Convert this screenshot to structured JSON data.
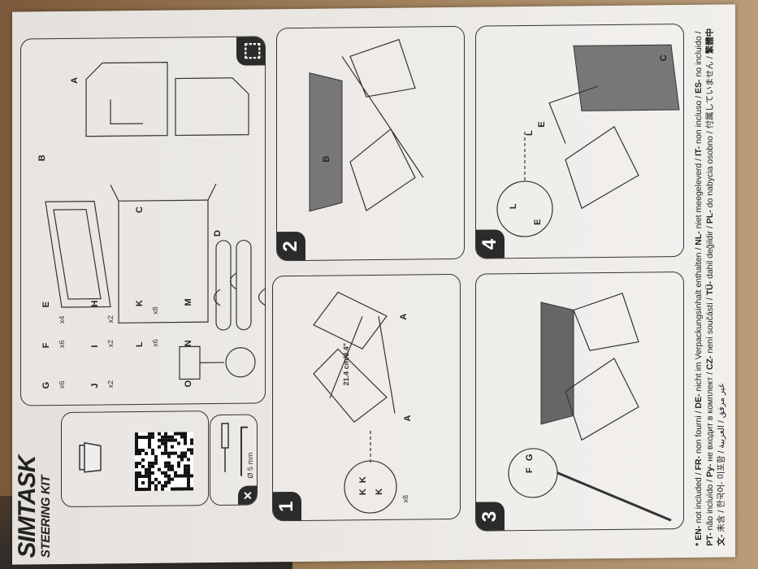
{
  "brand": {
    "line1": "SIMTASK",
    "line2": "STEERING KIT"
  },
  "tools": {
    "diameter_label": "Ø 5 mm",
    "icons": [
      "wrench-screwdriver-icon",
      "screwdriver-icon",
      "hex-key-icon"
    ]
  },
  "parts": {
    "box_icon": "open-box-icon",
    "items": [
      {
        "id": "A"
      },
      {
        "id": "B"
      },
      {
        "id": "C"
      },
      {
        "id": "D"
      },
      {
        "id": "E",
        "qty": "x4"
      },
      {
        "id": "F",
        "qty": "x6"
      },
      {
        "id": "G",
        "qty": "x6"
      },
      {
        "id": "H",
        "qty": "x2"
      },
      {
        "id": "I",
        "qty": "x2"
      },
      {
        "id": "J",
        "qty": "x2"
      },
      {
        "id": "K",
        "qty": "x8"
      },
      {
        "id": "L",
        "qty": "x6"
      },
      {
        "id": "M"
      },
      {
        "id": "N"
      },
      {
        "id": "O"
      }
    ]
  },
  "steps": [
    {
      "number": "1",
      "labels": [
        "A",
        "A",
        "K",
        "K",
        "K"
      ],
      "measure": "21.4 cm/8.4\"",
      "qty": "x8"
    },
    {
      "number": "2",
      "labels": [
        "B"
      ]
    },
    {
      "number": "3",
      "labels": [
        "F",
        "G"
      ]
    },
    {
      "number": "4",
      "labels": [
        "C",
        "L",
        "E",
        "L",
        "E"
      ]
    }
  ],
  "footer": {
    "segments": [
      {
        "code": "* EN-",
        "text": " not included / "
      },
      {
        "code": "FR-",
        "text": " non fourni / "
      },
      {
        "code": "DE-",
        "text": " nicht im Verpackungsinhalt enthalten / "
      },
      {
        "code": "NL-",
        "text": " niet meegeleverd / "
      },
      {
        "code": "IT-",
        "text": " non incluso / "
      },
      {
        "code": "ES-",
        "text": " no incluido / "
      },
      {
        "code": "PT-",
        "text": " não incluído / "
      },
      {
        "code": "Ру-",
        "text": " не входит в комплект / "
      },
      {
        "code": "CZ-",
        "text": " není součástí / "
      },
      {
        "code": "TÜ-",
        "text": " dahil değildir / "
      },
      {
        "code": "PL-",
        "text": " do nabycia osobno / 付属していません / "
      },
      {
        "code": "繁體中文-",
        "text": " 未含 / 한국어- 미포함 / غير مرفق / العربية"
      }
    ]
  }
}
